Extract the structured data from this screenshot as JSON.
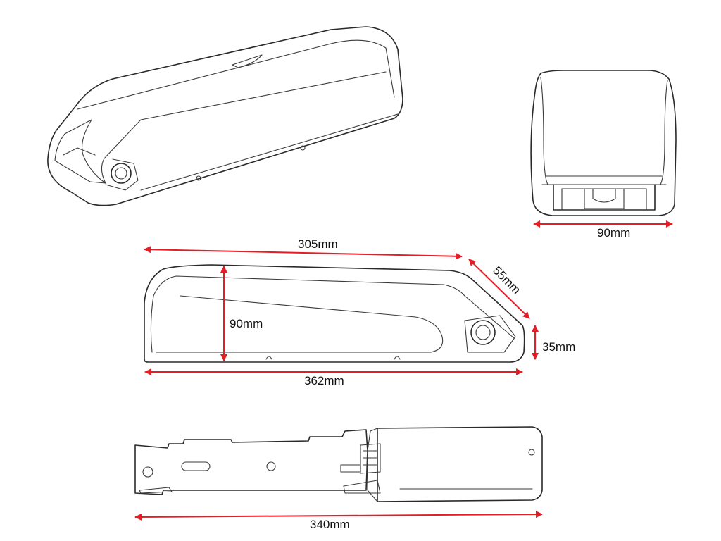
{
  "colors": {
    "dimension_line": "#e41e26",
    "drawing_ink": "#2a2a2a",
    "background": "#ffffff"
  },
  "dimensions": {
    "end_width": "90mm",
    "top_length": "305mm",
    "slant_length": "55mm",
    "height": "90mm",
    "base_length": "362mm",
    "end_height": "35mm",
    "mount_length": "340mm"
  }
}
